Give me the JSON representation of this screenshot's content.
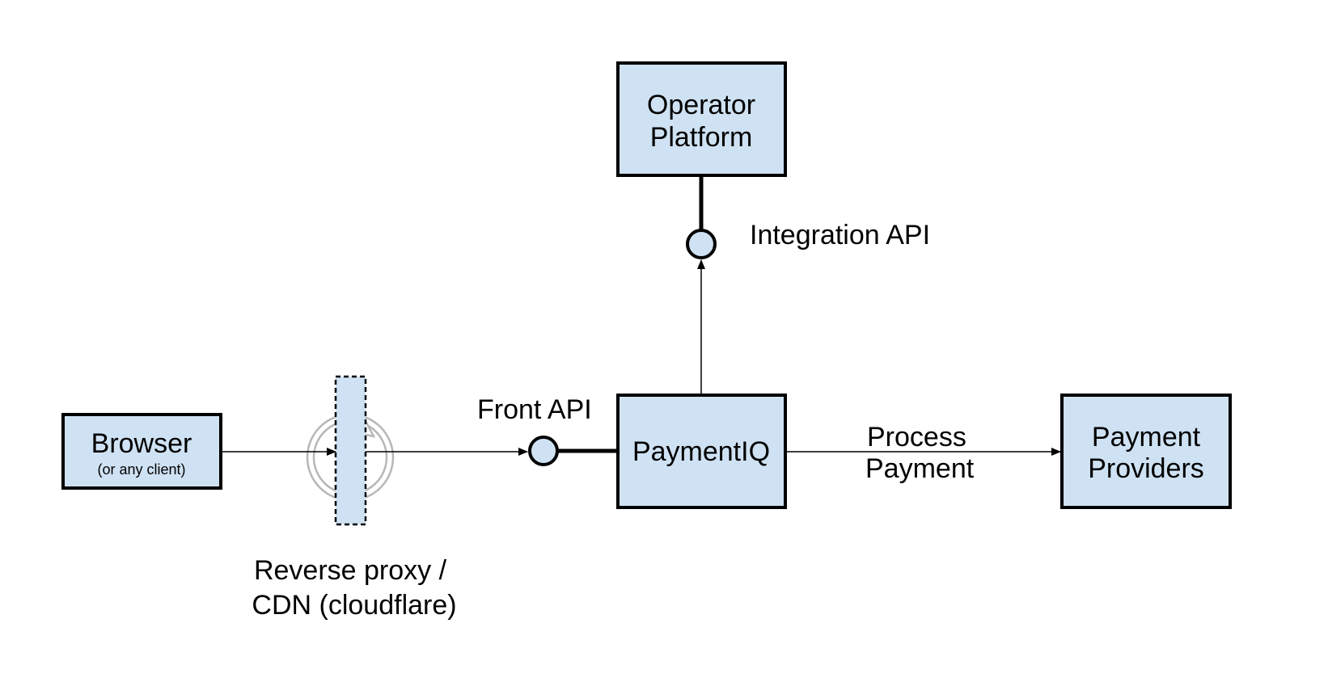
{
  "colors": {
    "box_fill": "#cfe2f3",
    "stroke": "#000000",
    "proxy_ring": "#b7b7b7"
  },
  "nodes": {
    "operator_platform": {
      "line1": "Operator",
      "line2": "Platform"
    },
    "paymentiq": {
      "label": "PaymentIQ"
    },
    "browser": {
      "label": "Browser",
      "sublabel": "(or any client)"
    },
    "payment_providers": {
      "line1": "Payment",
      "line2": "Providers"
    },
    "reverse_proxy": {
      "line1": "Reverse proxy /",
      "line2": "CDN (cloudflare)"
    }
  },
  "interfaces": {
    "integration_api": "Integration API",
    "front_api": "Front API"
  },
  "edges": {
    "process_payment": {
      "line1": "Process",
      "line2": "Payment"
    }
  },
  "icons": {
    "proxy_cycle": "refresh-cycle-icon",
    "interface_lollipop": "interface-circle-icon"
  }
}
